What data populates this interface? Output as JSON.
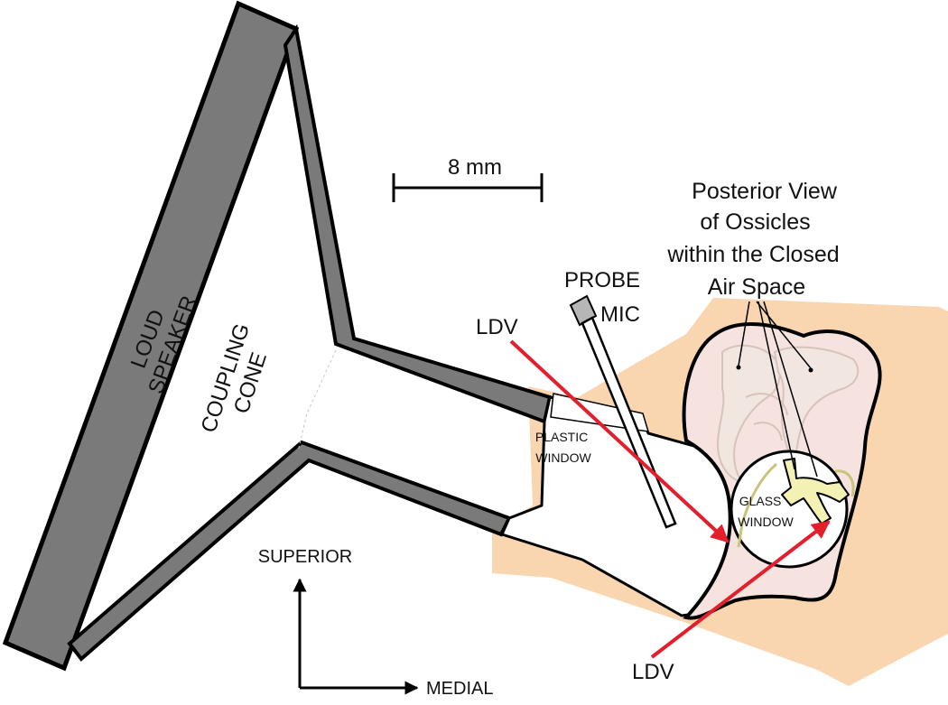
{
  "labels": {
    "loud_speaker": [
      "LOUD",
      "SPEAKER"
    ],
    "coupling_cone": [
      "COUPLING",
      "CONE"
    ],
    "scale_bar": "8 mm",
    "posterior_view": [
      "Posterior View",
      "of Ossicles",
      "within the Closed",
      "Air Space"
    ],
    "probe_mic": [
      "PROBE",
      "MIC"
    ],
    "ldv_top": "LDV",
    "ldv_bottom": "LDV",
    "plastic_window": [
      "PLASTIC",
      "WINDOW"
    ],
    "glass_window": [
      "GLASS",
      "WINDOW"
    ],
    "superior": "SUPERIOR",
    "medial": "MEDIAL"
  },
  "colors": {
    "speaker_fill": "#7a7a7a",
    "outline": "#000000",
    "tissue": "#f9d5b0",
    "bulla": "#f6e3df",
    "ossicle_fill": "#f1e6e0",
    "ossicle_yellow": "#f4f1b4",
    "laser": "#e31e2d",
    "probe": "#b6b6b6"
  }
}
